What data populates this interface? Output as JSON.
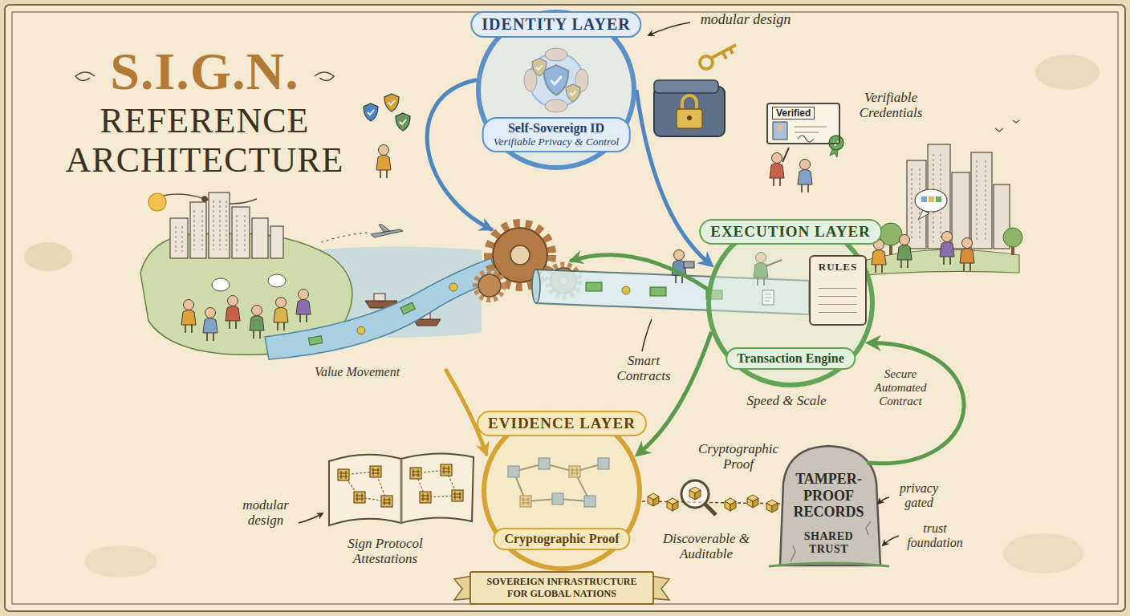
{
  "diagram": {
    "title": "S.I.G.N. REFERENCE ARCHITECTURE",
    "nodes": [
      {
        "text": [
          "IDENTITY LAYER",
          "Self-Sovereign ID",
          "Verifiable Privacy & Control"
        ]
      },
      {
        "text": [
          "Verified"
        ]
      },
      {
        "text": [
          "EXECUTION LAYER",
          "Transaction Engine"
        ]
      },
      {
        "text": [
          "RULES"
        ]
      },
      {
        "text": [
          "EVIDENCE LAYER",
          "Cryptographic Proof"
        ]
      },
      {
        "text": [
          "SOVEREIGN INFRASTRUCTURE FOR GLOBAL NATIONS"
        ]
      },
      {
        "text": [
          "TAMPER-PROOF RECORDS",
          "SHARED TRUST"
        ]
      }
    ],
    "edges": [
      {
        "from": 0,
        "to": 2,
        "arrow": "to"
      },
      {
        "from": 2,
        "to": 4,
        "arrow": "to"
      },
      {
        "from": 6,
        "to": 2,
        "arrow": "to"
      }
    ],
    "labels": [
      "modular design",
      "Verifiable Credentials",
      "Value Movement",
      "Smart Contracts",
      "Speed & Scale",
      "Secure Automated Contract",
      "Cryptographic Proof",
      "Discoverable & Auditable",
      "privacy gated",
      "modular design",
      "Sign Protocol Attestations",
      "trust foundation"
    ]
  }
}
